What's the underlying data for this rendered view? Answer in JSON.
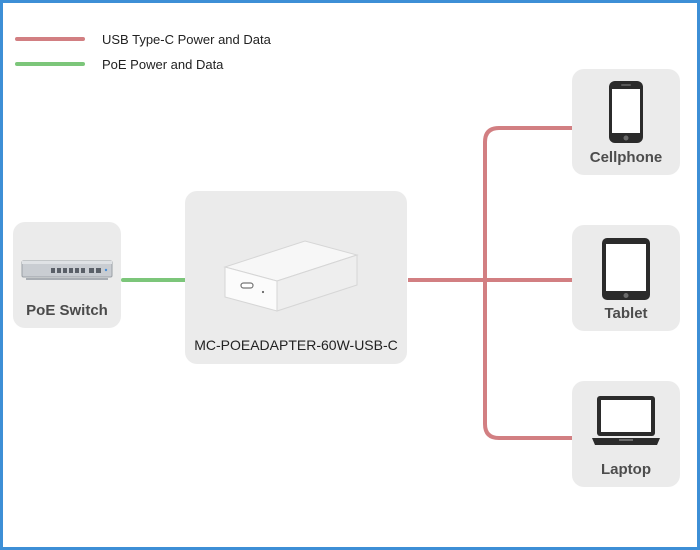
{
  "legend": [
    {
      "label": "USB Type-C Power and Data",
      "color": "#d27f82"
    },
    {
      "label": "PoE Power and Data",
      "color": "#7cc67a"
    }
  ],
  "colors": {
    "usb_line": "#d27f82",
    "poe_line": "#7cc67a",
    "frame_border": "#3d8fd6",
    "card_bg": "#ebebeb"
  },
  "nodes": {
    "poe_switch": {
      "label": "PoE Switch",
      "icon": "poe-switch-icon"
    },
    "adapter": {
      "label": "MC-POEADAPTER-60W-USB-C",
      "icon": "usb-c-adapter-icon"
    },
    "devices": [
      {
        "label": "Cellphone",
        "icon": "cellphone-icon"
      },
      {
        "label": "Tablet",
        "icon": "tablet-icon"
      },
      {
        "label": "Laptop",
        "icon": "laptop-icon"
      }
    ]
  }
}
